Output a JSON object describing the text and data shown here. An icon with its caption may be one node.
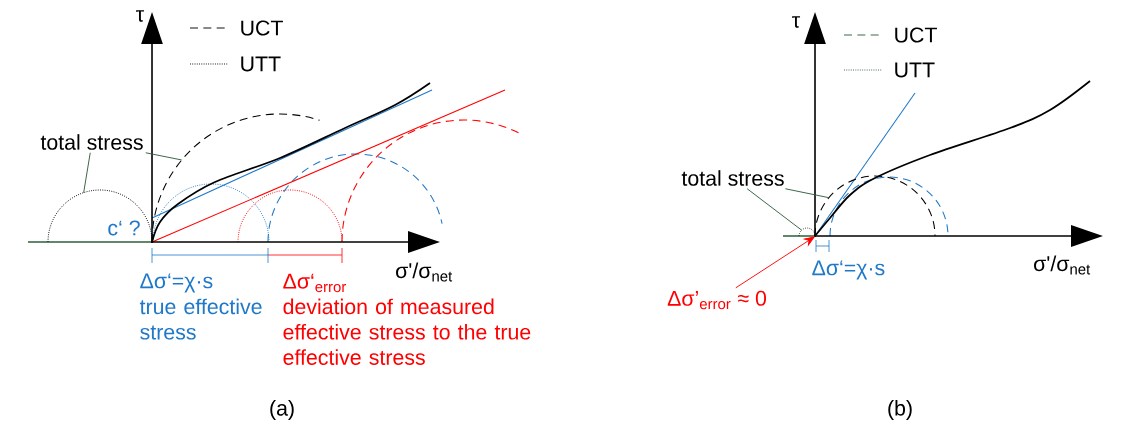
{
  "diagram": {
    "nodes": [
      {
        "text": [
          "total stress"
        ]
      },
      {
        "text": [
          "total stress"
        ]
      },
      {
        "text": [
          "Δσ’$_{error}$ ≈ 0"
        ]
      },
      {
        "text": [],
        "shape": "circle"
      },
      {
        "text": [],
        "shape": "circle"
      },
      {
        "text": [],
        "shape": "circle"
      },
      {
        "text": [],
        "shape": "circle"
      }
    ],
    "edges": [
      {
        "from": 0,
        "to": 3,
        "arrow": "none"
      },
      {
        "from": 0,
        "to": 4,
        "arrow": "none"
      },
      {
        "from": 1,
        "to": 5,
        "arrow": "none"
      },
      {
        "from": 1,
        "to": 6,
        "arrow": "none"
      },
      {
        "from": 2,
        "to": 5,
        "arrow": "to",
        "color": "#ff0000"
      }
    ],
    "labels": [
      "τ",
      "c‘ ?",
      "σ'/σ$_{net}$",
      "Δσ‘=χ·s",
      "true effective stress",
      "Δσ‘$_{error}$",
      "deviation of measured effective stress to the true effective stress",
      "(a)",
      "τ",
      "σ'/σ$_{net}$",
      "Δσ‘=χ·s",
      "(b)"
    ],
    "legend": [
      {
        "text": "UCT"
      },
      {
        "text": "UTT"
      },
      {
        "text": "UCT"
      },
      {
        "text": "UTT"
      }
    ]
  }
}
